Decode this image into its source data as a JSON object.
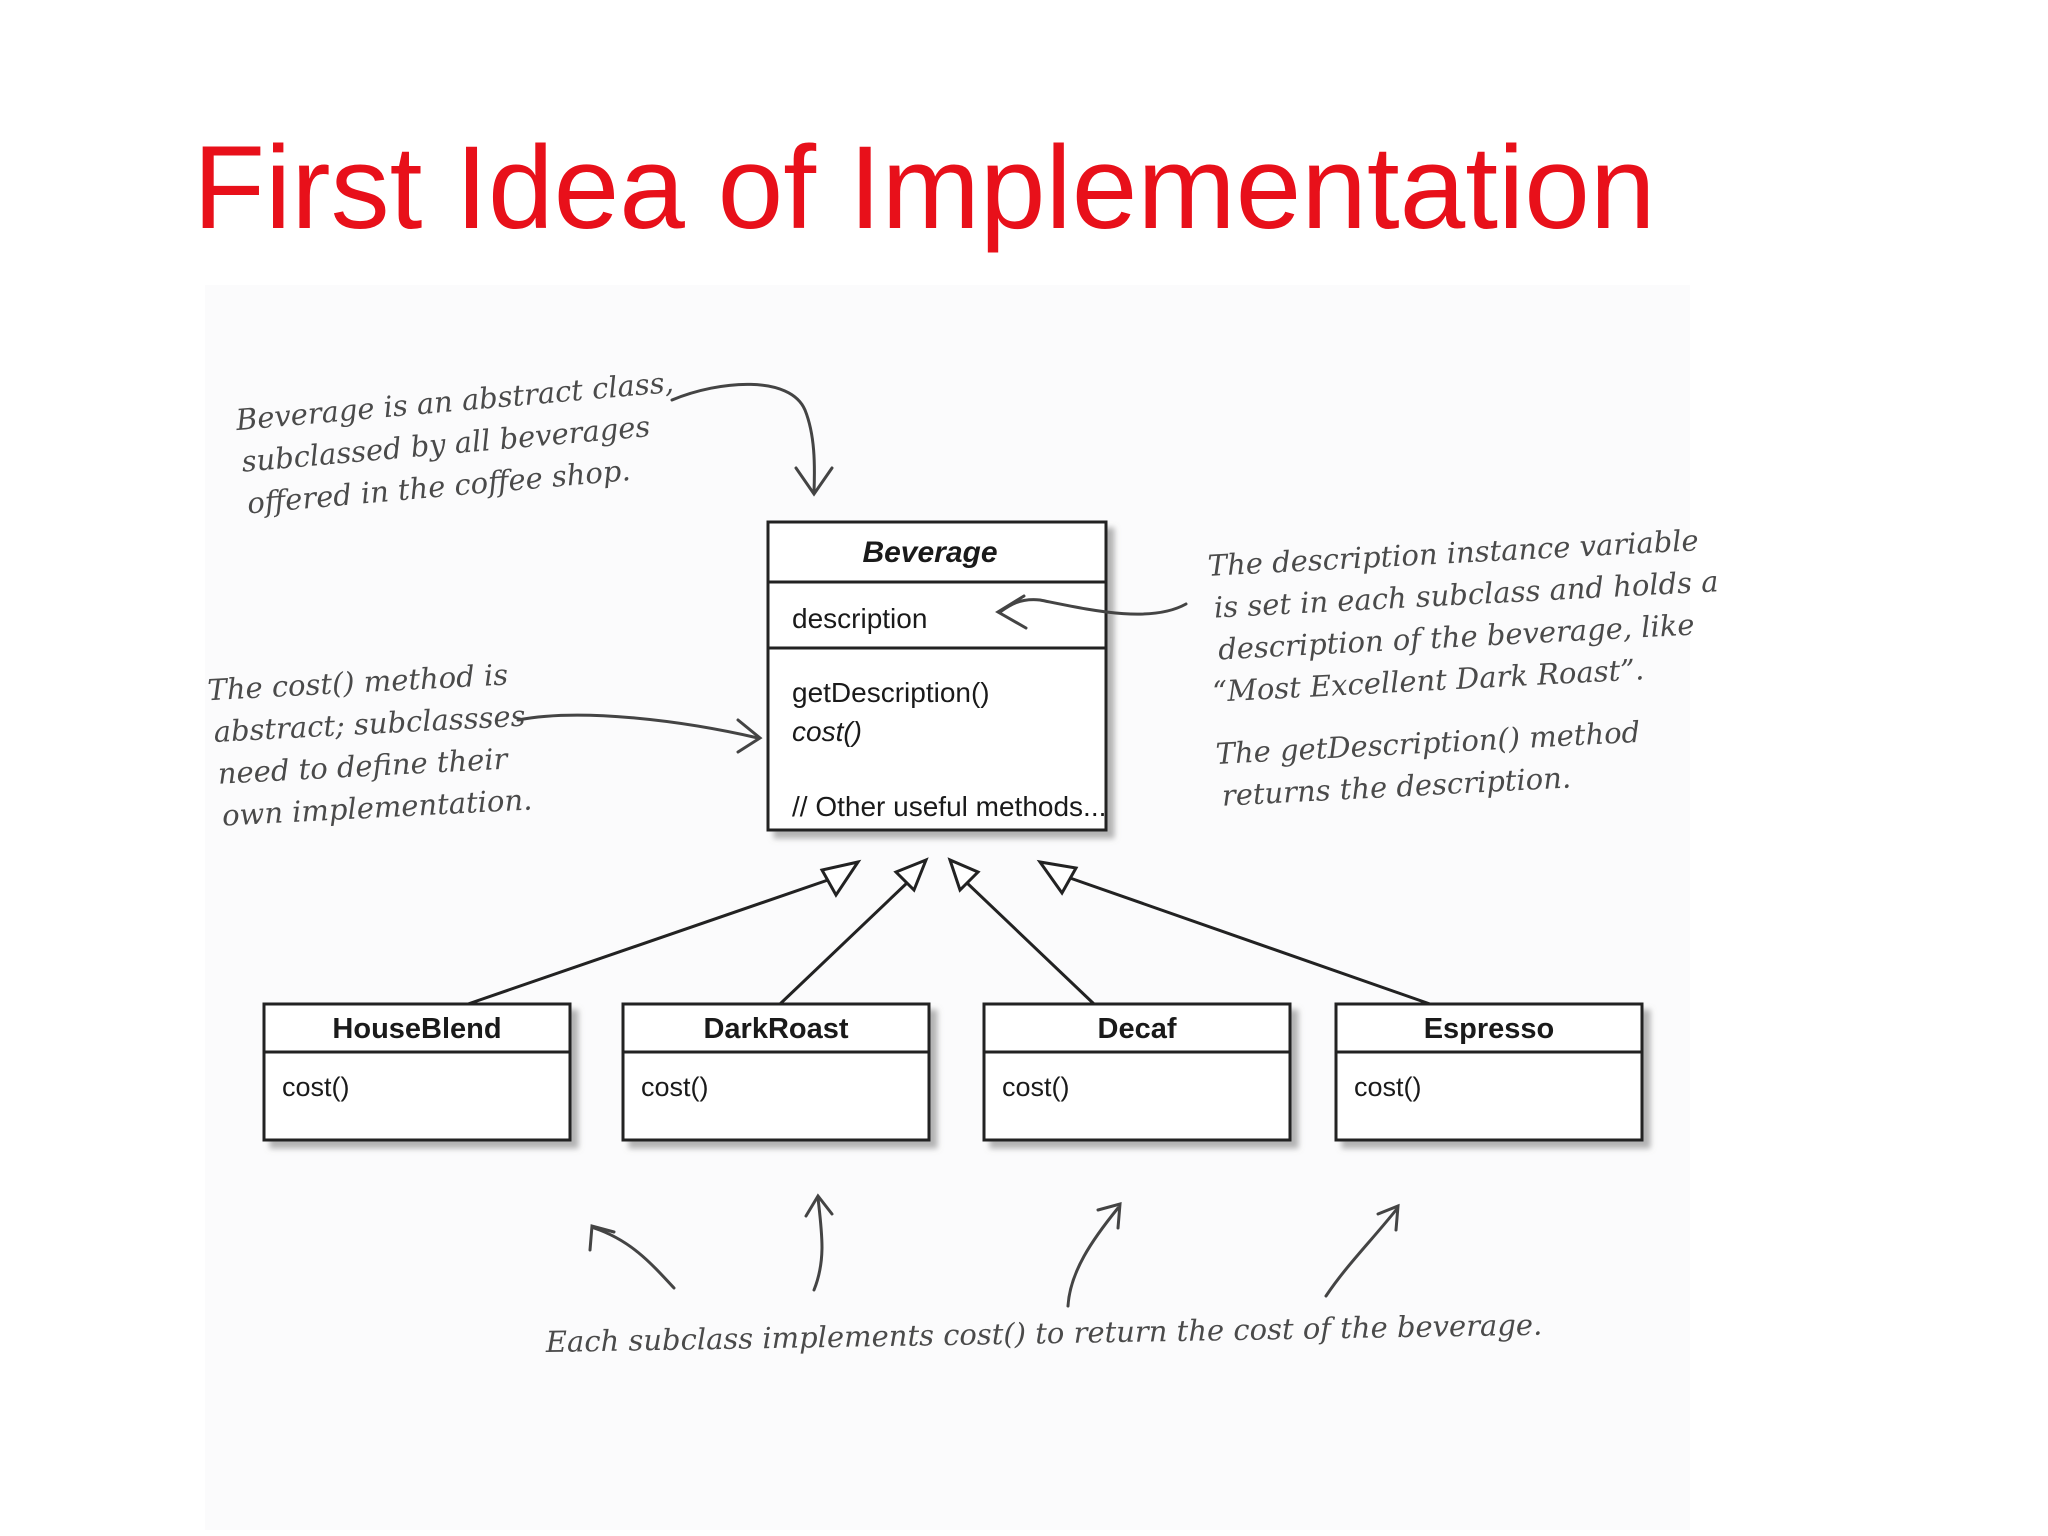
{
  "slide": {
    "title": "First Idea of Implementation"
  },
  "diagram": {
    "superclass": {
      "name": "Beverage",
      "attribute": "description",
      "methods": [
        "getDescription()",
        "cost()"
      ],
      "comment": "// Other useful methods..."
    },
    "subclasses": [
      {
        "name": "HouseBlend",
        "method": "cost()"
      },
      {
        "name": "DarkRoast",
        "method": "cost()"
      },
      {
        "name": "Decaf",
        "method": "cost()"
      },
      {
        "name": "Espresso",
        "method": "cost()"
      }
    ],
    "notes": {
      "abstract_class": [
        "Beverage is an abstract class,",
        "subclassed by all beverages",
        "offered in the coffee shop."
      ],
      "cost_method": [
        "The cost() method is",
        "abstract; subclassses",
        "need to define their",
        "own implementation."
      ],
      "description_var": [
        "The description instance variable",
        "is set in each subclass and holds a",
        "description of the beverage, like",
        "“Most Excellent Dark Roast”."
      ],
      "get_description": [
        "The getDescription() method",
        "returns the description."
      ],
      "subclass_cost": "Each subclass implements cost() to return the cost of the beverage."
    }
  }
}
